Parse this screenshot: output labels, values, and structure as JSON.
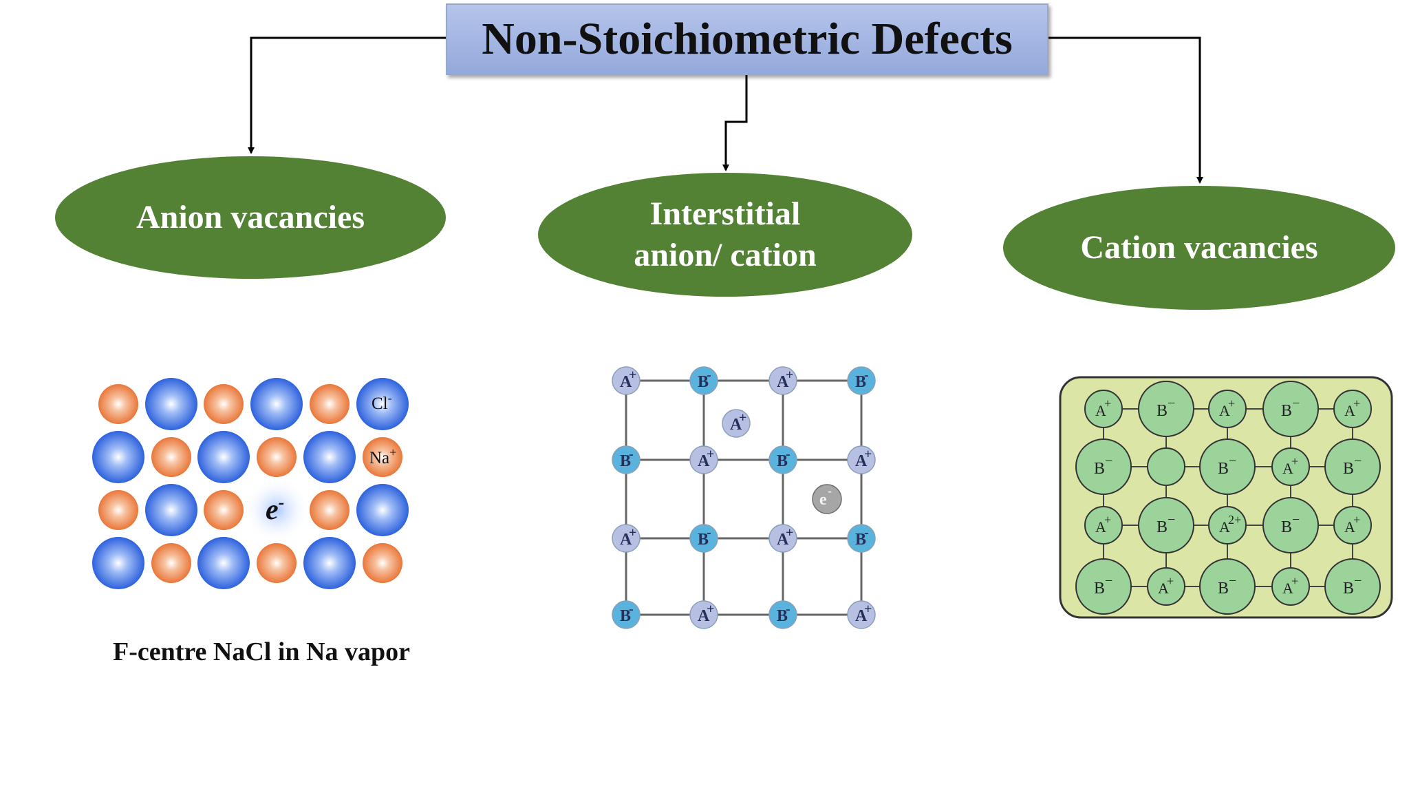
{
  "title": "Non-Stoichiometric Defects",
  "categories": {
    "anion": {
      "label": "Anion vacancies"
    },
    "interstitial": {
      "line1": "Interstitial",
      "line2": "anion/ cation"
    },
    "cation": {
      "label": "Cation vacancies"
    }
  },
  "panel_a": {
    "caption": "F-centre NaCl in Na vapor",
    "cl_label": "Cl",
    "cl_charge": "-",
    "na_label": "Na",
    "na_charge": "+",
    "electron_label": "e",
    "electron_charge": "-"
  },
  "panel_b": {
    "cation_label": "A",
    "cation_charge": "+",
    "anion_label": "B",
    "anion_charge": "-",
    "electron_label": "e",
    "electron_charge": "-"
  },
  "panel_c": {
    "cation_label": "A",
    "cation_charge": "+",
    "anion_label": "B",
    "anion_charge": "−",
    "divalent_charge": "2+"
  },
  "colors": {
    "title_box": "#a4b6e4",
    "ellipse": "#548235",
    "cl_ion": "#3f74e6",
    "na_ion": "#f08a4e",
    "panel_b_cation": "#b7bfe3",
    "panel_b_anion": "#5ab3dc",
    "panel_c_bg": "#dbe6a6",
    "panel_c_ion": "#9bd39b"
  }
}
